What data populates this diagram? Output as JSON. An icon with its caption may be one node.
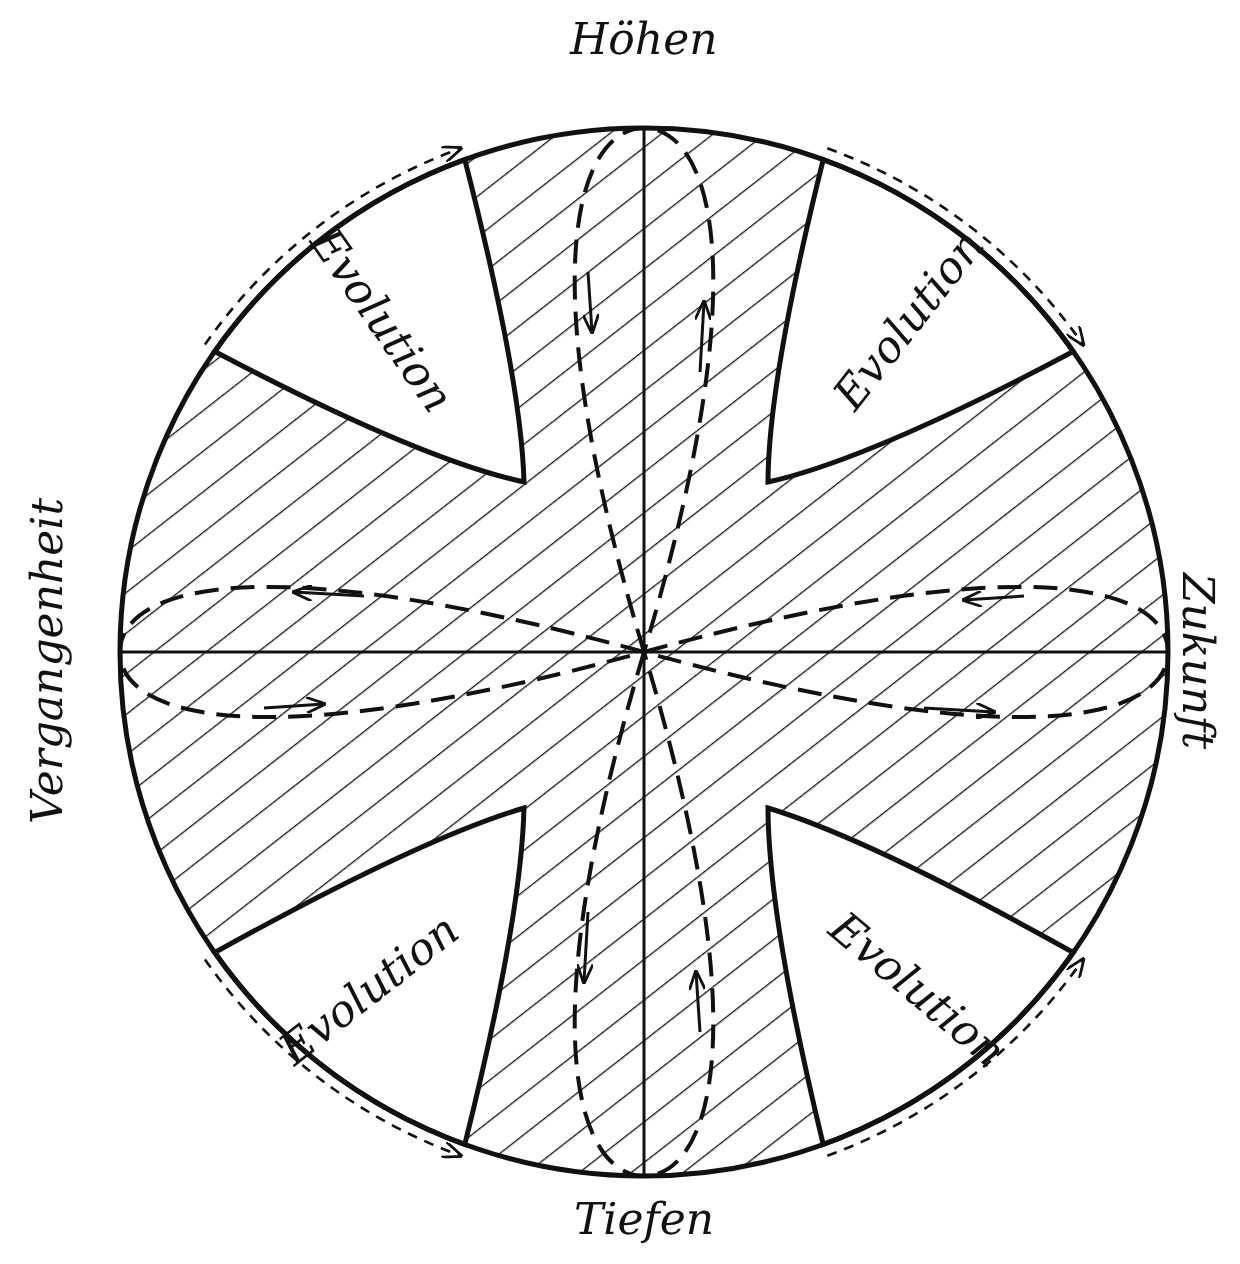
{
  "diagram": {
    "labels": [
      "Höhen",
      "Evolution",
      "Evolution",
      "Vergangenheit",
      "Zukunft",
      "Evolution",
      "Evolution",
      "Tiefen"
    ]
  }
}
